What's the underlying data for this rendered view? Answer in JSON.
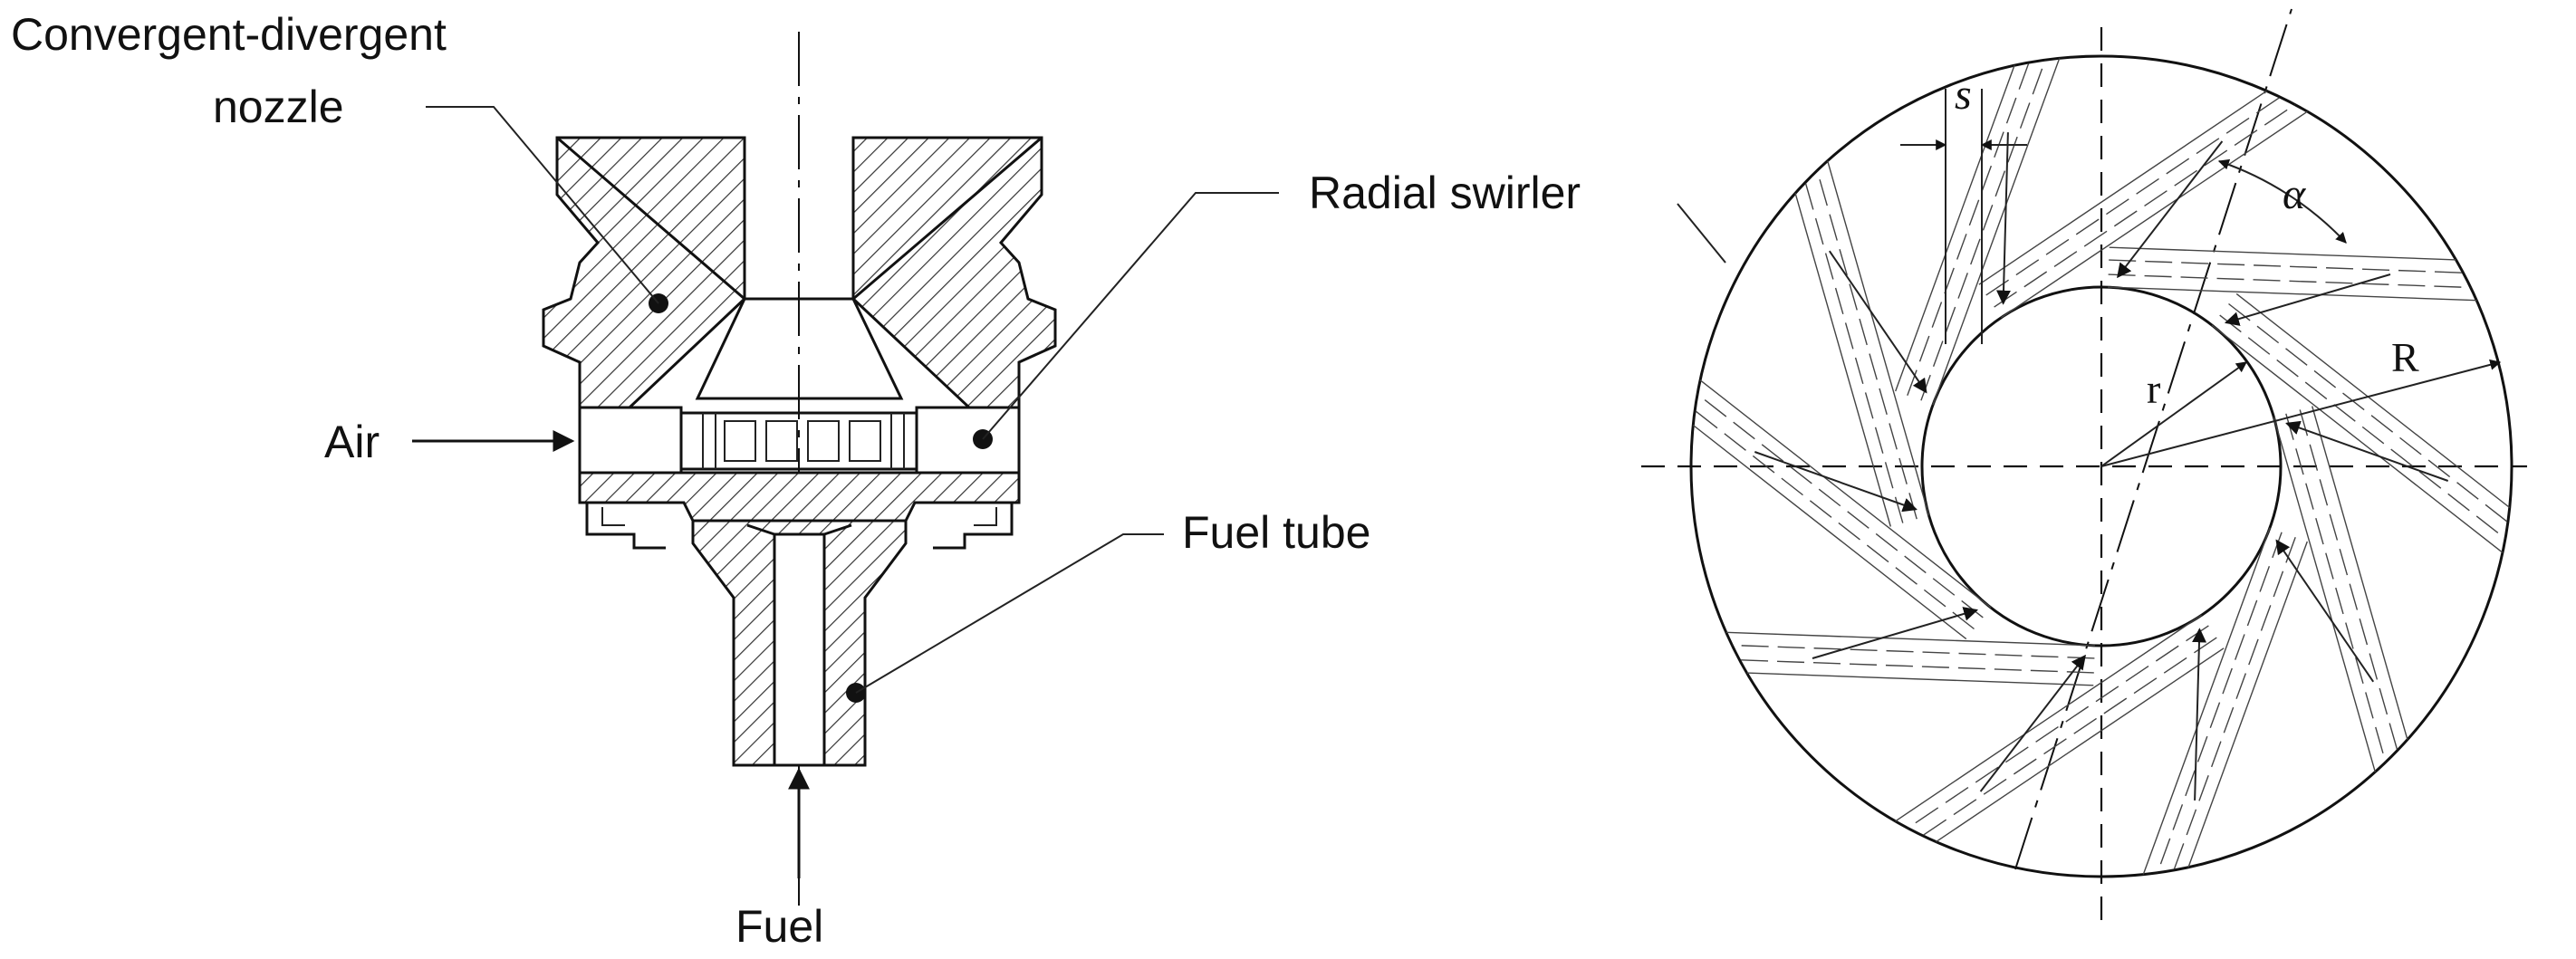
{
  "labels": {
    "nozzle_line1": "Convergent-divergent",
    "nozzle_line2": "nozzle",
    "radial_swirler": "Radial swirler",
    "air": "Air",
    "fuel_tube": "Fuel tube",
    "fuel": "Fuel"
  },
  "symbols": {
    "s": "s",
    "alpha": "α",
    "r": "r",
    "R": "R"
  }
}
